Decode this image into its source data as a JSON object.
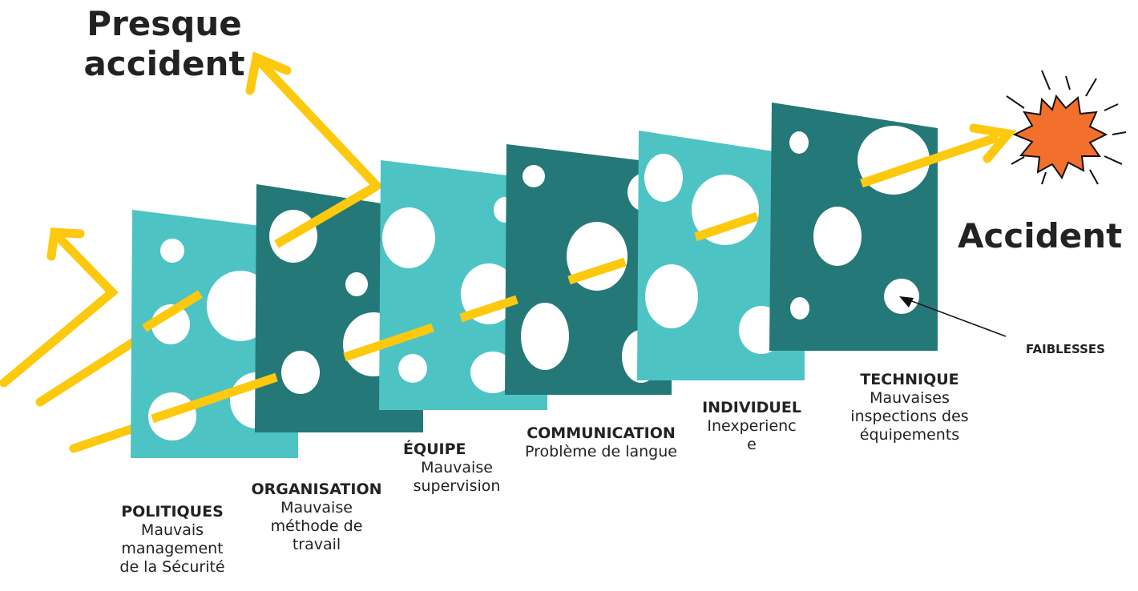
{
  "labels": {
    "near_miss": "Presque accident",
    "accident": "Accident",
    "weaknesses": "FAIBLESSES"
  },
  "layers": [
    {
      "name": "POLITIQUES",
      "description": "Mauvais management de la Sécurité"
    },
    {
      "name": "ORGANISATION",
      "description": "Mauvaise méthode de travail"
    },
    {
      "name": "ÉQUIPE",
      "description": "Mauvaise supervision"
    },
    {
      "name": "COMMUNICATION",
      "description": "Problème de langue"
    },
    {
      "name": "INDIVIDUEL",
      "description": "Inexperienc e"
    },
    {
      "name": "TECHNIQUE",
      "description": "Mauvaises inspections des équipements"
    }
  ],
  "colors": {
    "light_layer": "#4ec3c4",
    "dark_layer": "#247878",
    "arrow": "#fdc90f",
    "explosion": "#f26f2c",
    "text": "#222222"
  }
}
